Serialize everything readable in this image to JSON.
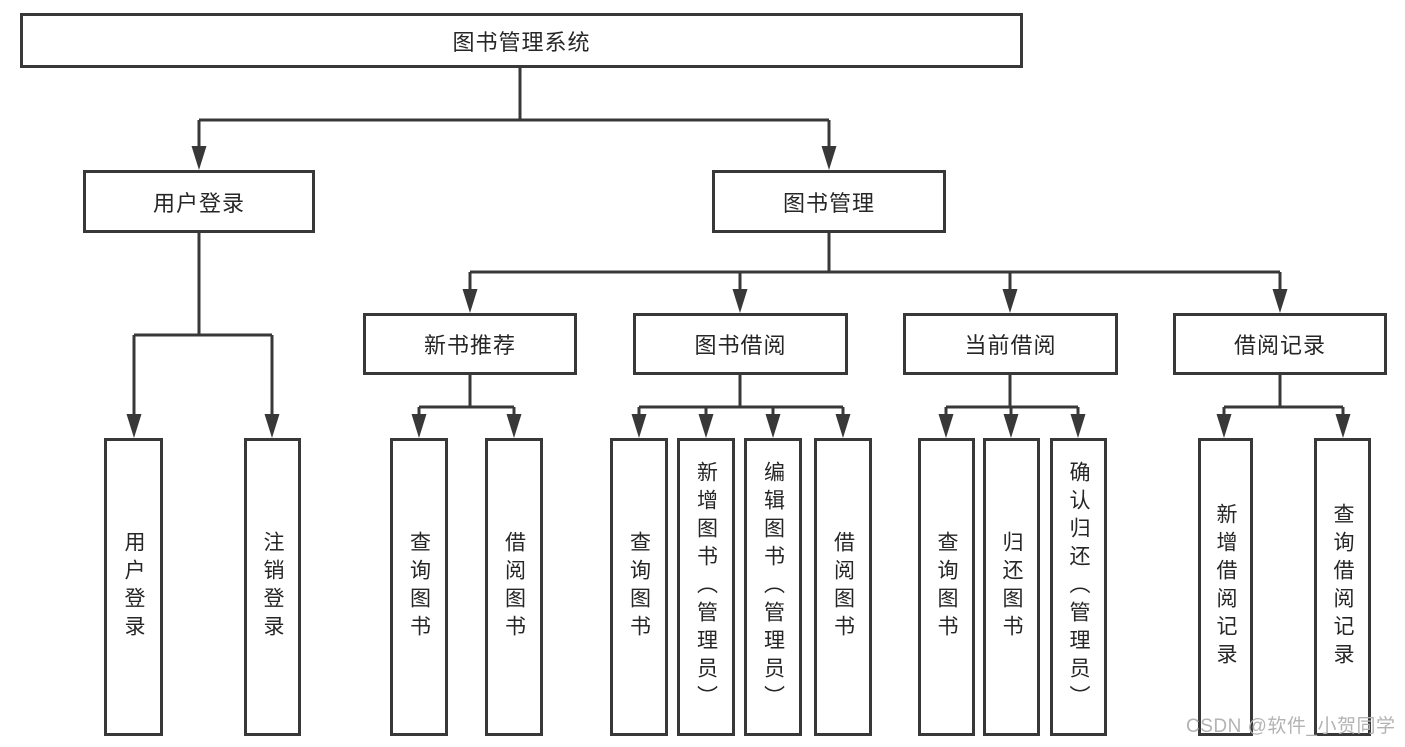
{
  "watermark": {
    "text": "CSDN @软件_小贺同学"
  },
  "tree": {
    "root": {
      "label": "图书管理系统"
    },
    "branches": [
      {
        "label": "用户登录",
        "children": [
          {
            "label": "用户登录"
          },
          {
            "label": "注销登录"
          }
        ]
      },
      {
        "label": "图书管理",
        "children": [
          {
            "label": "新书推荐",
            "children": [
              {
                "label": "查询图书"
              },
              {
                "label": "借阅图书"
              }
            ]
          },
          {
            "label": "图书借阅",
            "children": [
              {
                "label": "查询图书"
              },
              {
                "label": "新增图书（管理员）"
              },
              {
                "label": "编辑图书（管理员）"
              },
              {
                "label": "借阅图书"
              }
            ]
          },
          {
            "label": "当前借阅",
            "children": [
              {
                "label": "查询图书"
              },
              {
                "label": "归还图书"
              },
              {
                "label": "确认归还（管理员）"
              }
            ]
          },
          {
            "label": "借阅记录",
            "children": [
              {
                "label": "新增借阅记录"
              },
              {
                "label": "查询借阅记录"
              }
            ]
          }
        ]
      }
    ]
  }
}
